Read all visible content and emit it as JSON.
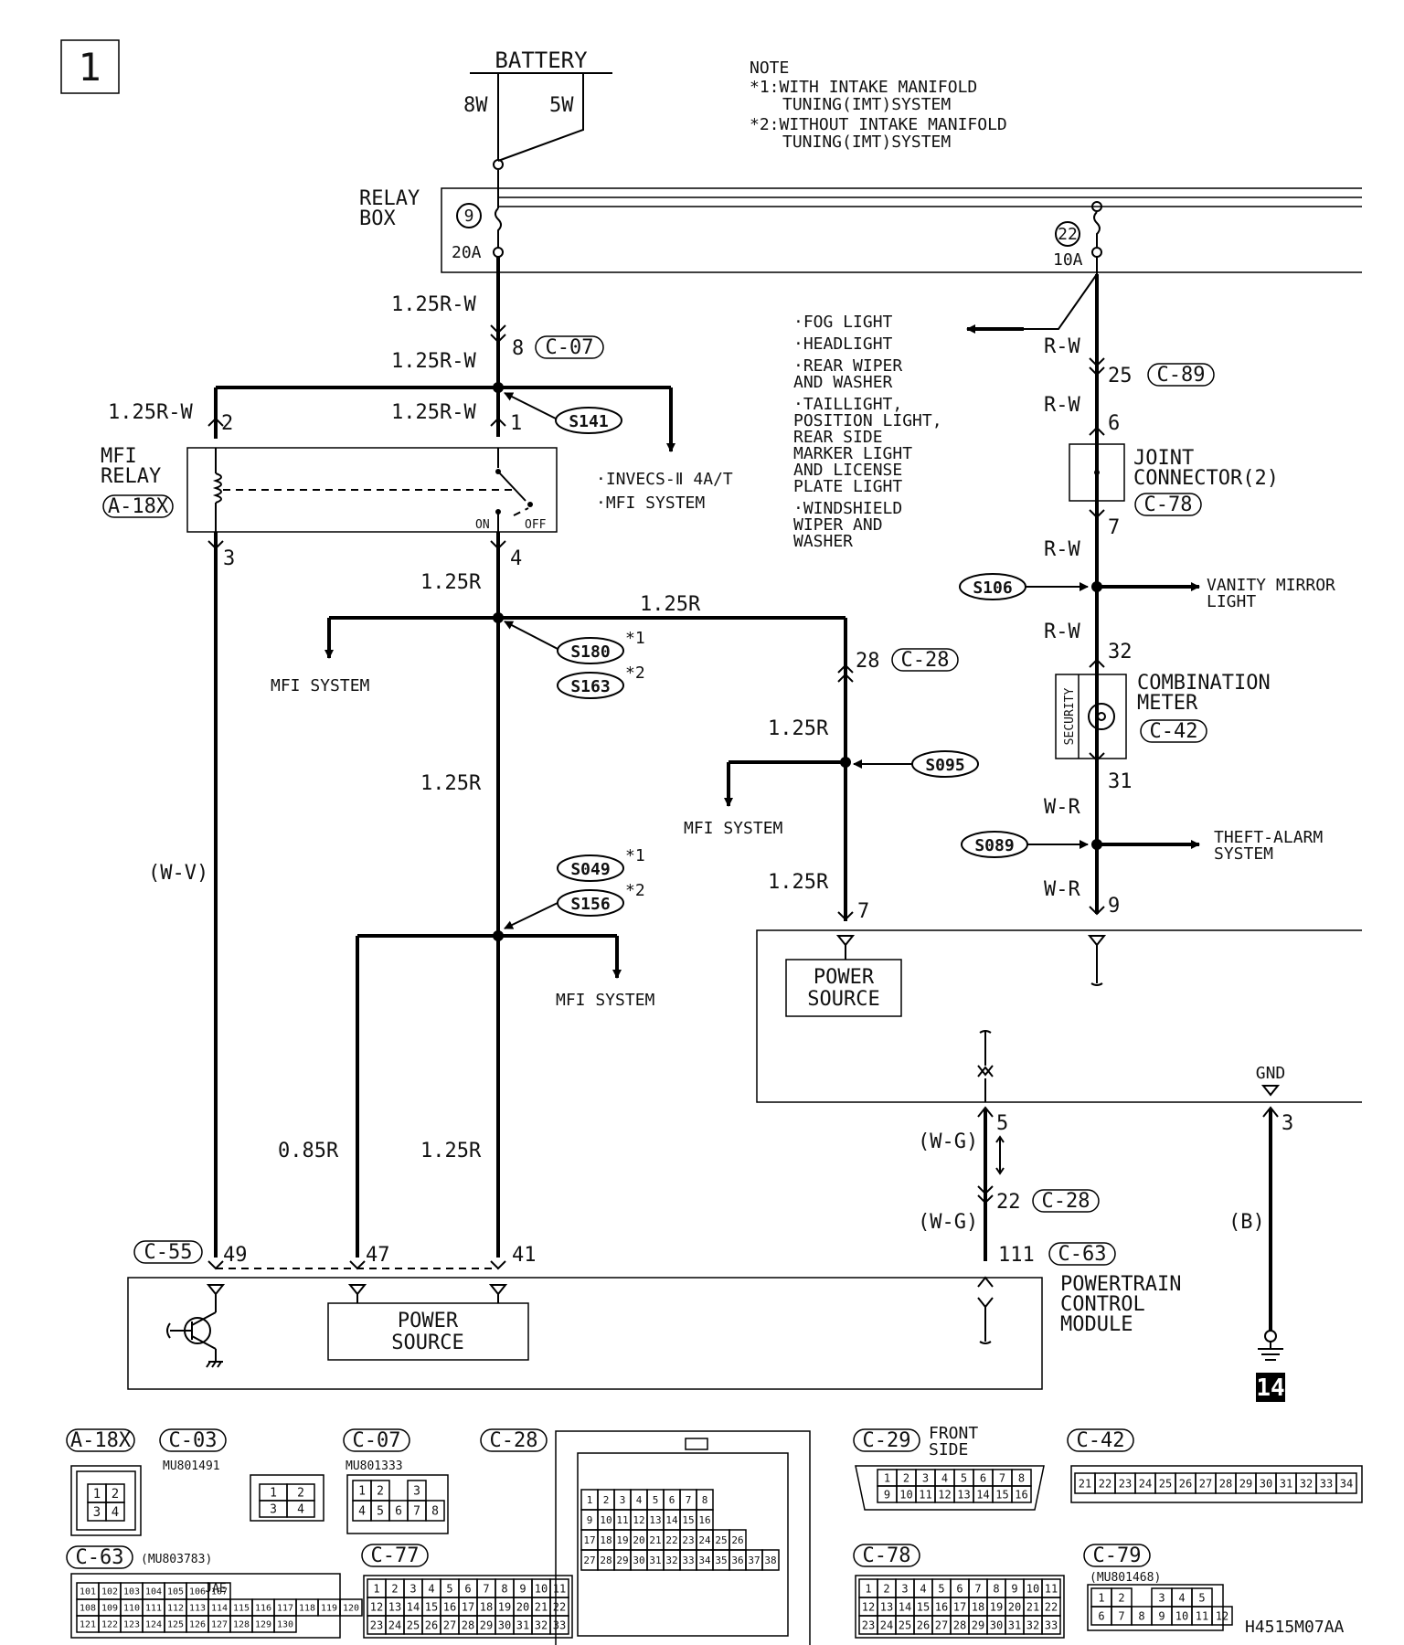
{
  "page_number": "1",
  "battery": {
    "label": "BATTERY",
    "left_wire": "8W",
    "right_wire": "5W"
  },
  "note": {
    "title": "NOTE",
    "n1_a": "*1:WITH INTAKE MANIFOLD",
    "n1_b": "TUNING(IMT)SYSTEM",
    "n2_a": "*2:WITHOUT INTAKE MANIFOLD",
    "n2_b": "TUNING(IMT)SYSTEM"
  },
  "relay_box": {
    "l1": "RELAY",
    "l2": "BOX",
    "fuse1_num": "9",
    "fuse1_amp": "20A",
    "fuse2_num": "22",
    "fuse2_amp": "10A"
  },
  "wires": {
    "w125rw_a": "1.25R-W",
    "w125rw_b": "1.25R-W",
    "w125rw_c": "1.25R-W",
    "w125rw_d": "1.25R-W",
    "w125r_a": "1.25R",
    "w125r_b": "1.25R",
    "w125r_c": "1.25R",
    "w125r_d": "1.25R",
    "w125r_e": "1.25R",
    "w125r_f": "1.25R",
    "w085r": "0.85R",
    "wv": "(W-V)",
    "wg_a": "(W-G)",
    "wg_b": "(W-G)",
    "b": "(B)",
    "rw_a": "R-W",
    "rw_b": "R-W",
    "rw_c": "R-W",
    "rw_d": "R-W",
    "wr_a": "W-R",
    "wr_b": "W-R"
  },
  "pins": {
    "p8": "8",
    "p2": "2",
    "p1": "1",
    "p3": "3",
    "p4": "4",
    "p28": "28",
    "p7": "7",
    "p49": "49",
    "p47": "47",
    "p41": "41",
    "p25": "25",
    "p6": "6",
    "p7b": "7",
    "p32": "32",
    "p31": "31",
    "p9": "9",
    "p5": "5",
    "p22": "22",
    "p111": "111",
    "p3b": "3"
  },
  "connectors": {
    "c07": "C-07",
    "c28a": "C-28",
    "c28b": "C-28",
    "c55": "C-55",
    "c63": "C-63",
    "c89": "C-89",
    "c78": "C-78",
    "c42": "C-42",
    "a18x": "A-18X"
  },
  "splices": {
    "s141": "S141",
    "s180": "S180",
    "s163": "S163",
    "s095": "S095",
    "s049": "S049",
    "s156": "S156",
    "s106": "S106",
    "s089": "S089"
  },
  "marks": {
    "m1a": "*1",
    "m2a": "*2",
    "m1b": "*1",
    "m2b": "*2"
  },
  "mfi_relay": {
    "l1": "MFI",
    "l2": "RELAY",
    "on": "ON",
    "off": "OFF"
  },
  "branches": {
    "invecs": "·INVECS-Ⅱ 4A/T",
    "mfi_sys_list": "·MFI SYSTEM",
    "mfi1": "MFI SYSTEM",
    "mfi2": "MFI SYSTEM",
    "mfi3": "MFI SYSTEM",
    "loads": [
      "·FOG LIGHT",
      "·HEADLIGHT",
      "·REAR WIPER",
      " AND WASHER",
      "·TAILLIGHT,",
      " POSITION LIGHT,",
      " REAR SIDE",
      " MARKER LIGHT",
      " AND LICENSE",
      " PLATE LIGHT",
      "·WINDSHIELD",
      " WIPER AND",
      " WASHER"
    ],
    "vanity_a": "VANITY MIRROR",
    "vanity_b": "LIGHT",
    "theft_a": "THEFT-ALARM",
    "theft_b": "SYSTEM"
  },
  "joint": {
    "l1": "JOINT",
    "l2": "CONNECTOR(2)"
  },
  "meter": {
    "l1": "COMBINATION",
    "l2": "METER",
    "security": "SECURITY"
  },
  "power_source": {
    "a1": "POWER",
    "a2": "SOURCE",
    "b1": "POWER",
    "b2": "SOURCE"
  },
  "gnd": "GND",
  "pcm": {
    "l1": "POWERTRAIN",
    "l2": "CONTROL",
    "l3": "MODULE"
  },
  "ground_ref": "14",
  "bottom": {
    "a18x": "A-18X",
    "c03": "C-03",
    "c03_part": "MU801491",
    "c07": "C-07",
    "c07_part": "MU801333",
    "c28": "C-28",
    "c29": "C-29",
    "c29_note_a": "FRONT",
    "c29_note_b": "SIDE",
    "c42": "C-42",
    "c63": "C-63",
    "c63_part": "(MU803783)",
    "c77": "C-77",
    "c78": "C-78",
    "c79": "C-79",
    "c79_part": "(MU801468)",
    "jae": "JAE",
    "code": "H4515M07AA",
    "a18x_pins": [
      "1",
      "2",
      "3",
      "4"
    ],
    "c03_pins": [
      "1",
      "2",
      "3",
      "4"
    ],
    "c07_pins": [
      "1",
      "2",
      "3",
      "4",
      "5",
      "6",
      "7",
      "8"
    ],
    "c29_pins": [
      "1",
      "2",
      "3",
      "4",
      "5",
      "6",
      "7",
      "8",
      "9",
      "10",
      "11",
      "12",
      "13",
      "14",
      "15",
      "16"
    ],
    "c42_pins": [
      "21",
      "22",
      "23",
      "24",
      "25",
      "26",
      "27",
      "28",
      "29",
      "30",
      "31",
      "32",
      "33",
      "34"
    ],
    "c79_pins": [
      "1",
      "2",
      "3",
      "4",
      "5",
      "6",
      "7",
      "8",
      "9",
      "10",
      "11",
      "12"
    ],
    "c77_pins": [
      "1",
      "2",
      "3",
      "4",
      "5",
      "6",
      "7",
      "8",
      "9",
      "10",
      "11",
      "12",
      "13",
      "14",
      "15",
      "16",
      "17",
      "18",
      "19",
      "20",
      "21",
      "22",
      "23",
      "24",
      "25",
      "26",
      "27",
      "28",
      "29",
      "30",
      "31",
      "32",
      "33"
    ],
    "c78_pins": [
      "1",
      "2",
      "3",
      "4",
      "5",
      "6",
      "7",
      "8",
      "9",
      "10",
      "11",
      "12",
      "13",
      "14",
      "15",
      "16",
      "17",
      "18",
      "19",
      "20",
      "21",
      "22",
      "23",
      "24",
      "25",
      "26",
      "27",
      "28",
      "29",
      "30",
      "31",
      "32",
      "33"
    ],
    "c63_pins": [
      "101",
      "102",
      "103",
      "104",
      "105",
      "106",
      "107",
      "108",
      "109",
      "110",
      "111",
      "112",
      "113",
      "114",
      "115",
      "116",
      "117",
      "118",
      "119",
      "120",
      "121",
      "122",
      "123",
      "124",
      "125",
      "126",
      "127",
      "128",
      "129",
      "130"
    ],
    "c28_pins": [
      "1",
      "2",
      "3",
      "4",
      "5",
      "6",
      "7",
      "8",
      "9",
      "10",
      "11",
      "12",
      "13",
      "14",
      "15",
      "16",
      "17",
      "18",
      "19",
      "20",
      "21",
      "22",
      "23",
      "24",
      "25",
      "26",
      "27",
      "28",
      "29",
      "30",
      "31",
      "32",
      "33",
      "34",
      "35",
      "36",
      "37",
      "38"
    ]
  }
}
